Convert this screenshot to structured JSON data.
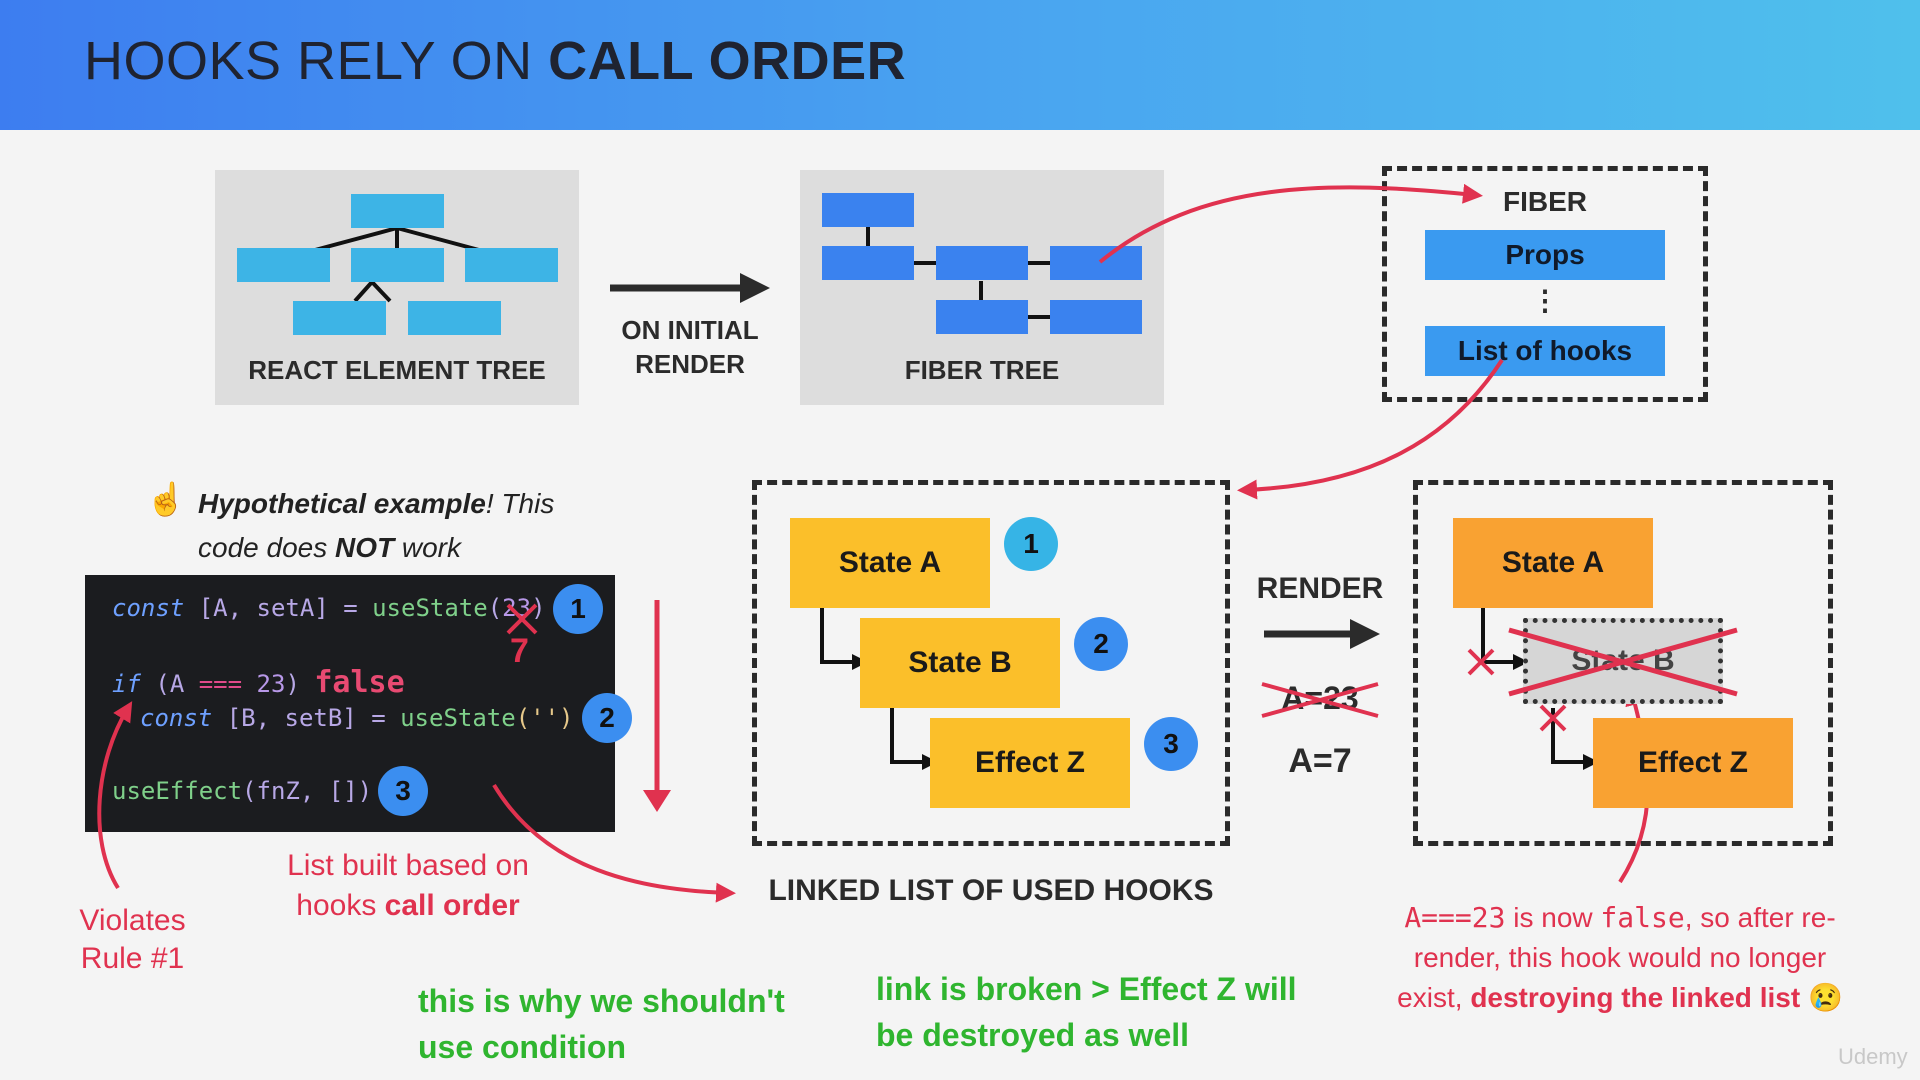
{
  "header": {
    "title_prefix": "HOOKS RELY ON",
    "title_bold": "CALL ORDER"
  },
  "top_row": {
    "react_element_tree_label": "REACT ELEMENT TREE",
    "arrow_label_line1": "ON INITIAL",
    "arrow_label_line2": "RENDER",
    "fiber_tree_label": "FIBER TREE",
    "fiber": {
      "title": "FIBER",
      "props": "Props",
      "dots": "⋮",
      "hooks": "List of hooks"
    }
  },
  "example": {
    "hand_icon": "☝",
    "bold": "Hypothetical example",
    "rest_line1": "! This",
    "line2_pre": "code does ",
    "line2_bold": "NOT",
    "line2_post": " work"
  },
  "code": {
    "line1": {
      "kw": "const",
      "lhs": "[A, setA]",
      "eq": "=",
      "fn": "useState",
      "open": "(",
      "arg": "23",
      "close": ")"
    },
    "correction": "7",
    "line2": {
      "kw": "if",
      "open": "(",
      "var": "A",
      "op": "===",
      "num": "23",
      "close": ")",
      "annot": "false"
    },
    "line3": {
      "kw": "const",
      "lhs": "[B, setB]",
      "eq": "=",
      "fn": "useState",
      "arg": "('')"
    },
    "line4": {
      "fn": "useEffect",
      "args": "(fnZ, [])"
    },
    "badges": [
      "1",
      "2",
      "3"
    ]
  },
  "notes": {
    "list_built_line1": "List built based on",
    "list_built_line2_pre": "hooks ",
    "list_built_line2_bold": "call order",
    "violates_line1": "Violates",
    "violates_line2": "Rule #1",
    "green_left_line1": "this is why we shouldn't",
    "green_left_line2": "use condition",
    "green_mid_line1": "link is broken > Effect Z will",
    "green_mid_line2": "be destroyed as well"
  },
  "linked_list": {
    "label": "LINKED LIST OF USED HOOKS",
    "items": [
      {
        "label": "State A",
        "badge": "1"
      },
      {
        "label": "State B",
        "badge": "2"
      },
      {
        "label": "Effect Z",
        "badge": "3"
      }
    ]
  },
  "render": {
    "label": "RENDER",
    "old": "A=23",
    "new": "A=7"
  },
  "after": {
    "state_a": "State A",
    "state_b": "State B",
    "effect_z": "Effect Z"
  },
  "explanation": {
    "line1_mono_a": "A===23",
    "line1_text": " is now ",
    "line1_mono_b": "false",
    "line1_end": ", so after re-",
    "line2": "render, this hook would no longer",
    "line3_pre": "exist, ",
    "line3_bold": "destroying the linked list",
    "emoji": "😢"
  },
  "watermark": "Udemy",
  "colors": {
    "red": "#e0324f",
    "green": "#2fb52f",
    "yellow": "#fbbf2a",
    "orange": "#f9a232",
    "blue": "#3b8ef0"
  }
}
